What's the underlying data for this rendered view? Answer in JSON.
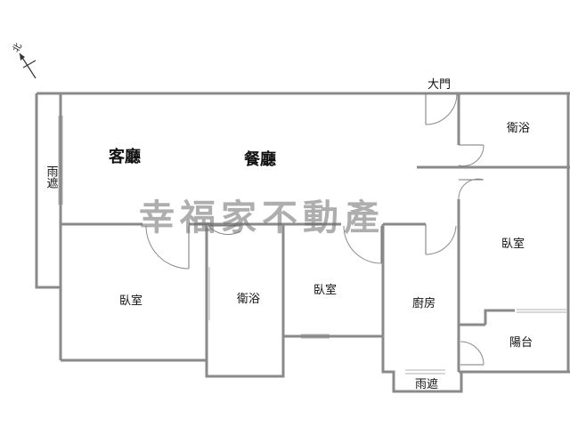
{
  "compass": {
    "label": "北",
    "icon": "north-arrow-icon"
  },
  "entrance": {
    "label": "大門"
  },
  "watermark": {
    "text": "幸福家不動產"
  },
  "rooms": {
    "living_room": "客廳",
    "dining_room": "餐廳",
    "rain_shelter_left": "雨遮",
    "bedroom_left": "臥室",
    "bathroom_middle": "衛浴",
    "bedroom_middle": "臥室",
    "kitchen": "廚房",
    "rain_shelter_bottom": "雨遮",
    "bathroom_right": "衛浴",
    "bedroom_right": "臥室",
    "balcony": "陽台"
  },
  "colors": {
    "wall": "#8a8a8a",
    "watermark": "#6c6c6c",
    "text": "#111111"
  }
}
